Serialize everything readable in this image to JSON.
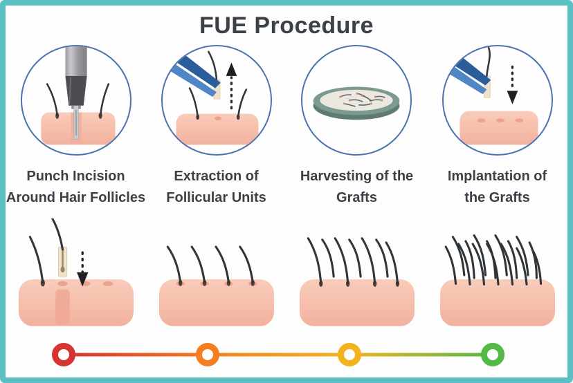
{
  "title": "FUE Procedure",
  "steps": [
    {
      "label": "Punch Incision\nAround Hair Follicles",
      "icon": "punch-incision-illustration"
    },
    {
      "label": "Extraction of\nFollicular Units",
      "icon": "follicle-extraction-illustration"
    },
    {
      "label": "Harvesting of the\nGrafts",
      "icon": "petri-dish-illustration"
    },
    {
      "label": "Implantation of\nthe Grafts",
      "icon": "graft-implantation-illustration"
    }
  ],
  "progress_stages": [
    {
      "icon": "graft-being-implanted-illustration"
    },
    {
      "icon": "skin-four-hairs-illustration"
    },
    {
      "icon": "skin-seven-hairs-illustration"
    },
    {
      "icon": "skin-full-hair-growth-illustration"
    }
  ],
  "timeline": {
    "marker_colors": [
      "#d63331",
      "#f57e20",
      "#f3b31d",
      "#53b947"
    ]
  },
  "colors": {
    "frame_teal": "#5cbfc3",
    "circle_outline_blue": "#4a73ae",
    "skin_pink": "#f8c8b6",
    "hair_dark": "#30353a",
    "tweezers_blue_dark": "#2b5d9b",
    "tweezers_blue_light": "#4e86c6",
    "petri_rim_green": "#7d9a90",
    "text_dark": "#3b4147"
  }
}
